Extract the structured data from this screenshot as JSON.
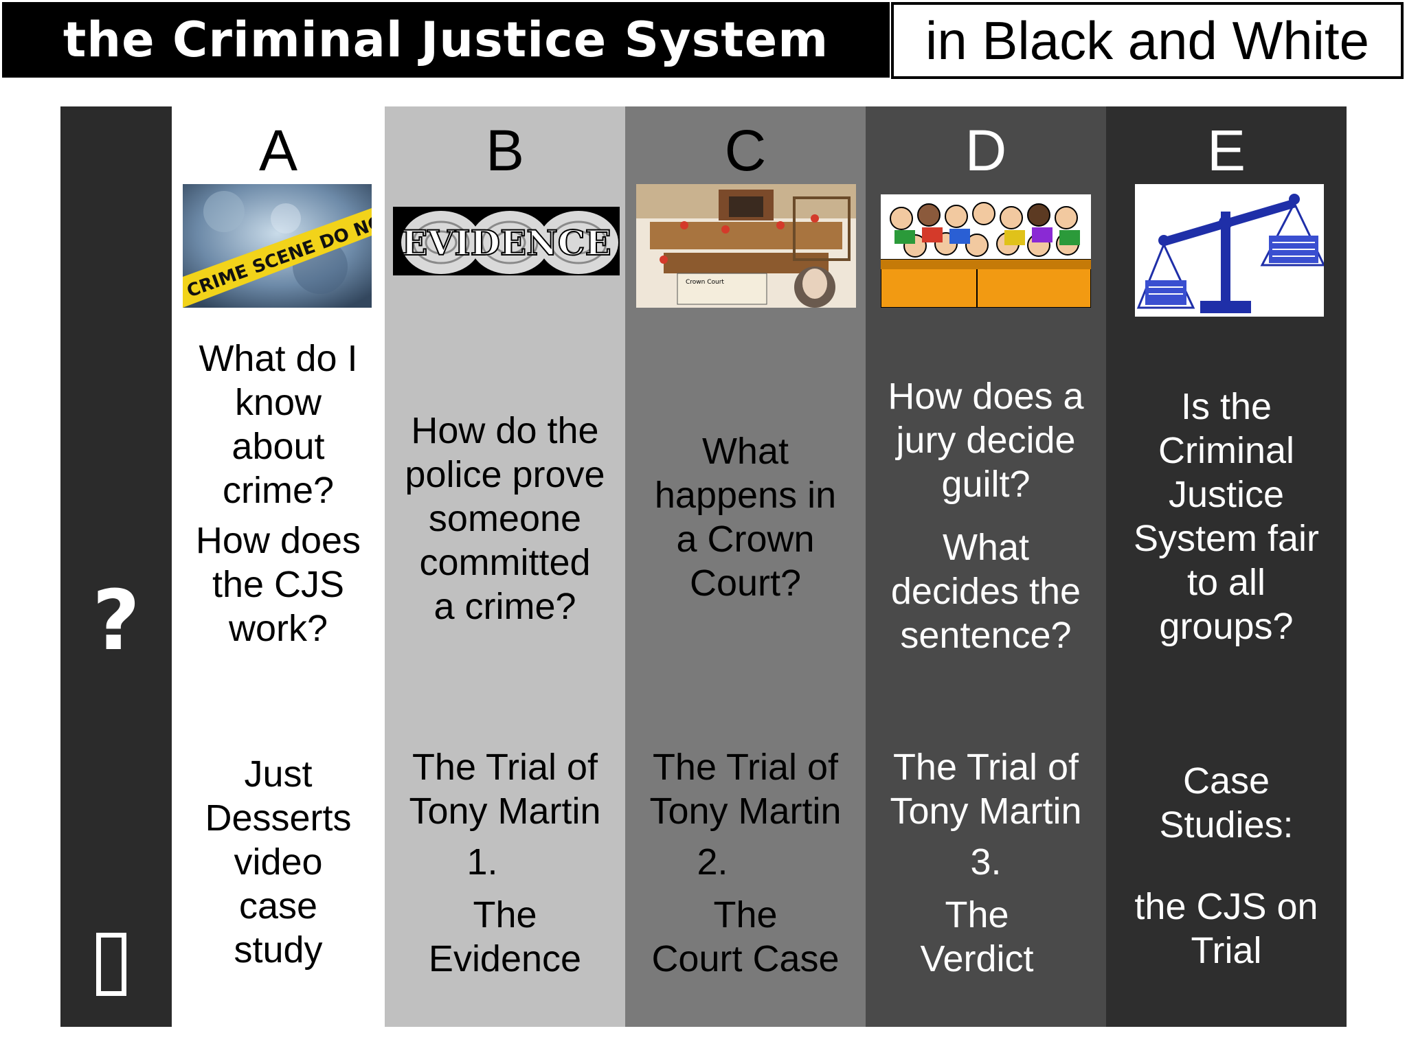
{
  "header": {
    "title_left": "the Criminal Justice System",
    "title_right": "in Black and White"
  },
  "sidebar": {
    "question_symbol": "?",
    "bottom_symbol_icon": "empty-box-icon"
  },
  "columns": [
    {
      "letter": "A",
      "image_icon": "crime-scene-tape-icon",
      "image_text": "CRIME SCENE DO NOT CROSS",
      "question1": "What do I\nknow\nabout\ncrime?",
      "question2": "How does\nthe CJS\nwork?",
      "bottom1": "Just\nDesserts\nvideo\ncase\nstudy",
      "bottom2": "",
      "bottom3": ""
    },
    {
      "letter": "B",
      "image_icon": "evidence-fingerprints-icon",
      "image_text": "EVIDENCE",
      "question1": "How do the\npolice prove\nsomeone\ncommitted\na crime?",
      "question2": "",
      "bottom1": "The Trial of\nTony Martin",
      "bottom2": "1.",
      "bottom3": "The\nEvidence"
    },
    {
      "letter": "C",
      "image_icon": "crown-court-icon",
      "image_text": "Crown Court",
      "question1": "What\nhappens in\na Crown\nCourt?",
      "question2": "",
      "bottom1": "The Trial of\nTony Martin",
      "bottom2": "2.",
      "bottom3": "The\nCourt Case"
    },
    {
      "letter": "D",
      "image_icon": "jury-icon",
      "image_text": "",
      "question1": "How does a\njury decide\nguilt?",
      "question2": "What\ndecides the\nsentence?",
      "bottom1": "The Trial of\nTony Martin",
      "bottom2": "3.",
      "bottom3": "The\nVerdict"
    },
    {
      "letter": "E",
      "image_icon": "scales-of-justice-icon",
      "image_text": "",
      "question1": "Is the\nCriminal\nJustice\nSystem fair\nto all\ngroups?",
      "question2": "",
      "bottom1": "Case\nStudies:",
      "bottom2": "",
      "bottom3": "the CJS on\nTrial"
    }
  ],
  "colors": {
    "col_a": "#ffffff",
    "col_b": "#c0c0c0",
    "col_c": "#7a7a7a",
    "col_d": "#4a4a4a",
    "col_e": "#2e2e2e",
    "sidebar": "#2b2b2b"
  }
}
